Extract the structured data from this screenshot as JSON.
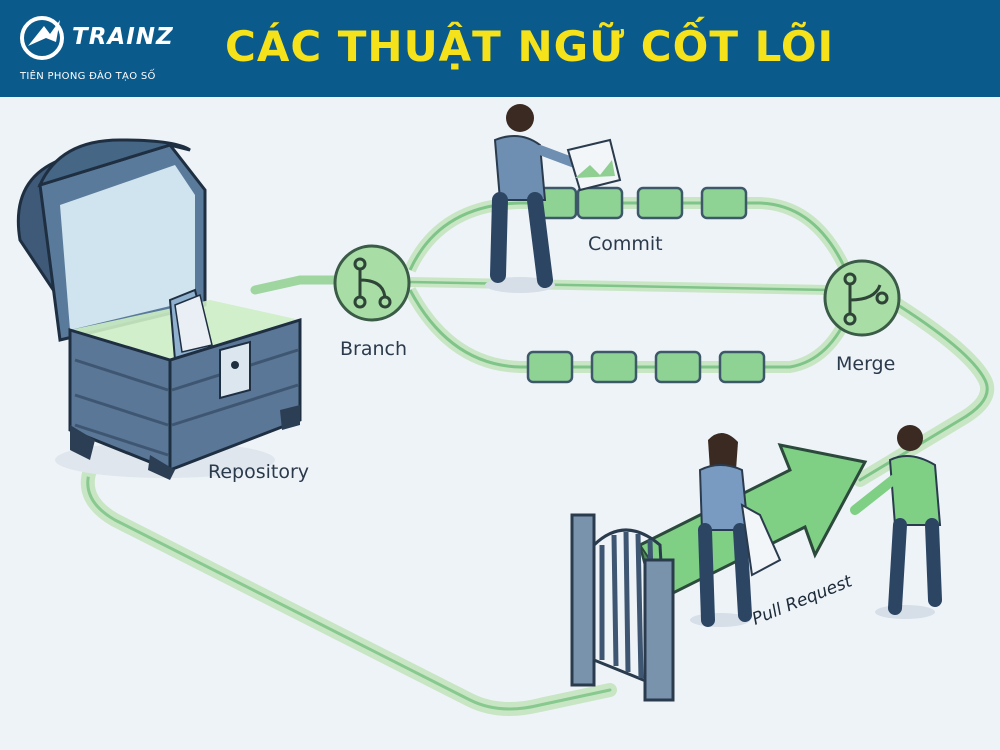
{
  "header": {
    "brand_name": "TRAINZ",
    "brand_tagline": "TIÊN PHONG ĐÀO TẠO SỐ",
    "title": "CÁC THUẬT NGỮ CỐT LÕI"
  },
  "diagram": {
    "repository_label": "Repository",
    "branch_label": "Branch",
    "commit_label": "Commit",
    "merge_label": "Merge",
    "pull_request_label": "Pull Request"
  },
  "colors": {
    "header_bg": "#0a5a8c",
    "title": "#f5e21a",
    "accent_green": "#7ccf86",
    "node_green": "#bfe6b8",
    "chest_blue": "#4d6b8c"
  }
}
